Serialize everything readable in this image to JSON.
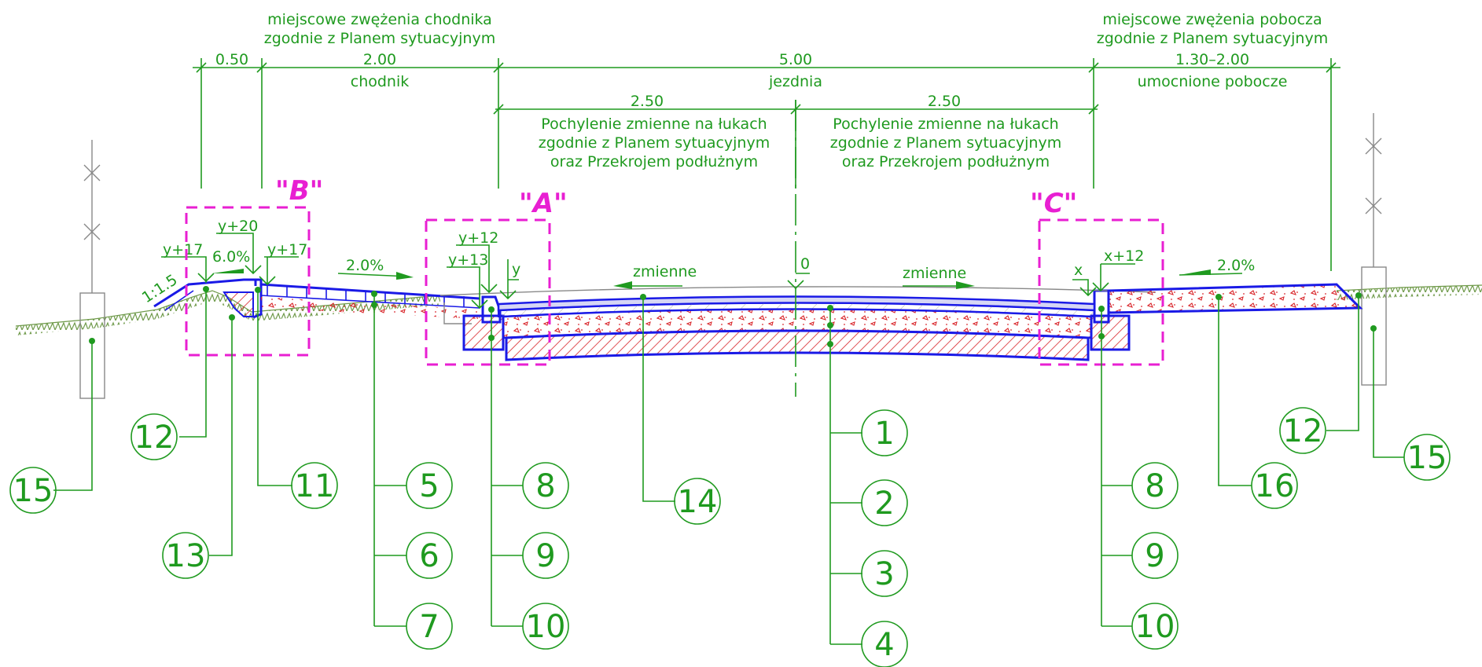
{
  "notes": {
    "left_top": [
      "miejscowe zwężenia chodnika",
      "zgodnie z Planem sytuacyjnym"
    ],
    "right_top": [
      "miejscowe zwężenia pobocza",
      "zgodnie z Planem sytuacyjnym"
    ],
    "slope_left": [
      "Pochylenie zmienne na łukach",
      "zgodnie z Planem sytuacyjnym",
      "oraz Przekrojem podłużnym"
    ],
    "slope_right": [
      "Pochylenie zmienne na łukach",
      "zgodnie z Planem sytuacyjnym",
      "oraz Przekrojem podłużnym"
    ]
  },
  "dimensions": {
    "d050": "0.50",
    "d200": "2.00",
    "d500": "5.00",
    "d130_200": "1.30–2.00",
    "d250_left": "2.50",
    "d250_right": "2.50"
  },
  "labels": {
    "chodnik": "chodnik",
    "jezdnia": "jezdnia",
    "pobocze": "umocnione pobocze",
    "zmienne_left": "zmienne",
    "zmienne_right": "zmienne",
    "slope_20_left": "2.0%",
    "slope_60": "6.0%",
    "slope_20_right": "2.0%",
    "embankment": "1:1.5",
    "zero": "0"
  },
  "levels": {
    "y17_left": "y+17",
    "y20": "y+20",
    "y17_right": "y+17",
    "y12": "y+12",
    "y13": "y+13",
    "y": "y",
    "x": "x",
    "x12": "x+12"
  },
  "details": {
    "A": "\"A\"",
    "B": "\"B\"",
    "C": "\"C\""
  },
  "callouts": {
    "c1": "1",
    "c2": "2",
    "c3": "3",
    "c4": "4",
    "c5": "5",
    "c6": "6",
    "c7": "7",
    "c8l": "8",
    "c9l": "9",
    "c10l": "10",
    "c8r": "8",
    "c9r": "9",
    "c10r": "10",
    "c11": "11",
    "c12l": "12",
    "c12r": "12",
    "c13": "13",
    "c14": "14",
    "c15l": "15",
    "c15r": "15",
    "c16": "16"
  },
  "colors": {
    "annotation": "#1f9a1f",
    "structure": "#1a1ae6",
    "detail_frame": "#e81fd2",
    "hatch": "#d9262b"
  }
}
